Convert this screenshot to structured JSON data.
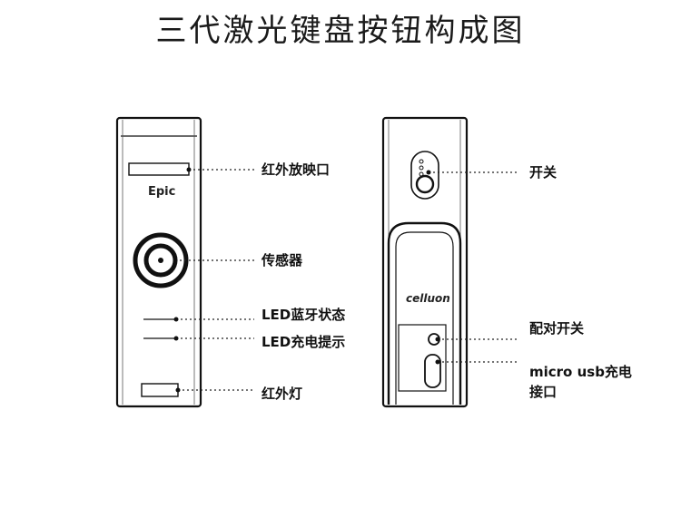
{
  "title": "三代激光键盘按钮构成图",
  "device_front": {
    "brand": "Epic"
  },
  "device_back": {
    "logo": "celluon"
  },
  "labels": {
    "ir_projector": "红外放映口",
    "sensor": "传感器",
    "led_bluetooth": "LED蓝牙状态",
    "led_charge": "LED充电提示",
    "ir_light": "红外灯",
    "power_switch": "开关",
    "pair_switch": "配对开关",
    "usb_port_line1": "micro usb充电",
    "usb_port_line2": "接口"
  }
}
